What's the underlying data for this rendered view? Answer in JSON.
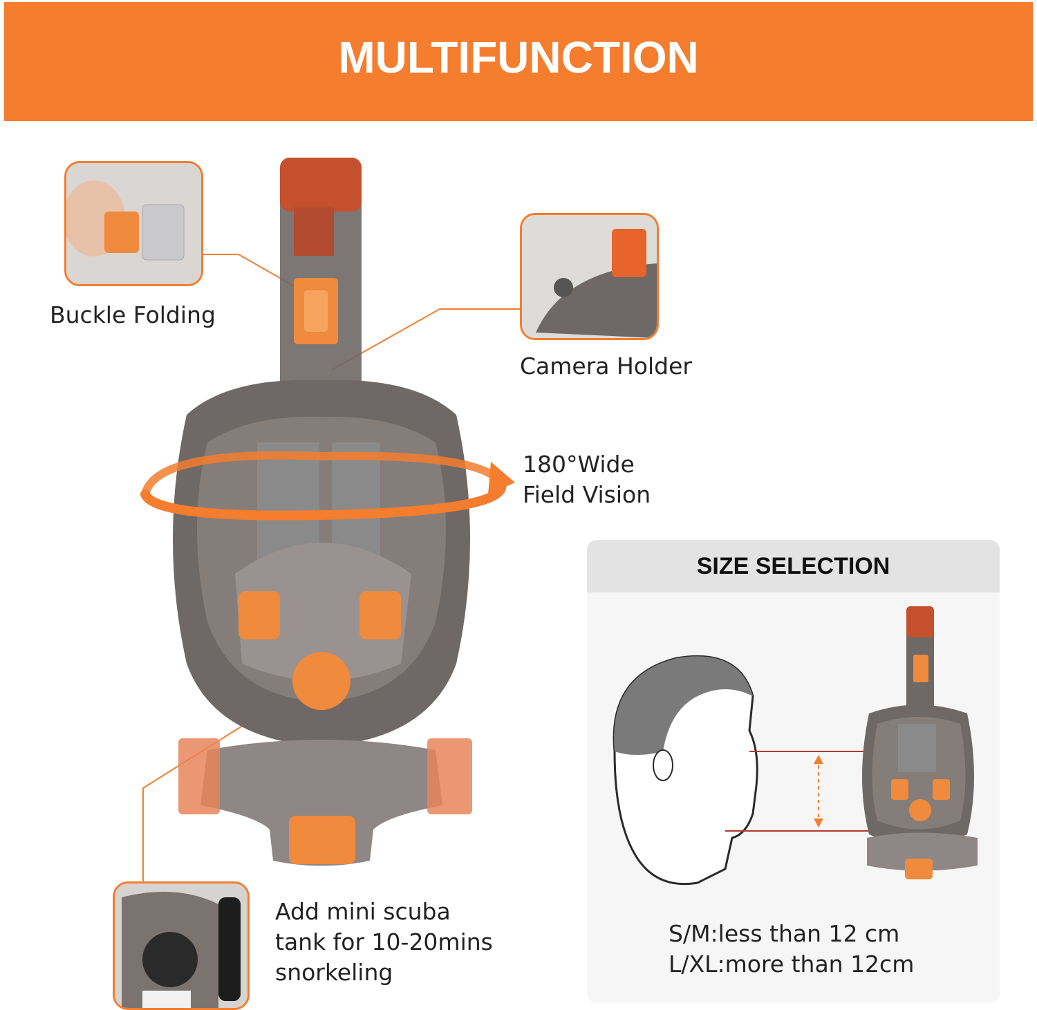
{
  "banner": {
    "title": "MULTIFUNCTION"
  },
  "features": {
    "buckle": "Buckle Folding",
    "camera": "Camera Holder",
    "vision_line1": "180°Wide",
    "vision_line2": "Field Vision",
    "scuba_line1": "Add mini scuba",
    "scuba_line2": "tank for 10-20mins",
    "scuba_line3": "snorkeling"
  },
  "size_selection": {
    "title": "SIZE SELECTION",
    "sm": "S/M:less than 12 cm",
    "lxl": "L/XL:more than 12cm"
  },
  "colors": {
    "accent": "#f47d2e",
    "mask_body": "#6e6866",
    "strap": "#8a8a8a"
  }
}
